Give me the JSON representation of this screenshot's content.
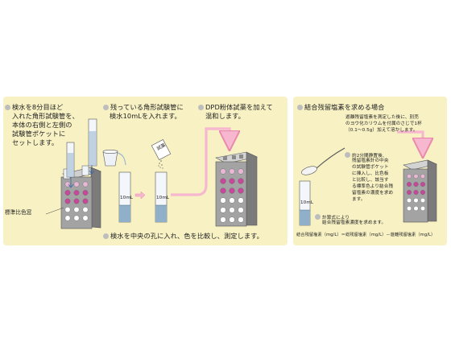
{
  "steps": {
    "step1": {
      "lines": [
        "検水を8分目ほど",
        "入れた角形試験管を、",
        "本体の右側と左側の",
        "試験管ポケットに",
        "セットします。"
      ]
    },
    "step2": {
      "lines": [
        "残っている角形試験管に",
        "検水10mLを入れます。"
      ]
    },
    "step3": {
      "lines": [
        "DPD粉体試薬を加えて",
        "混和します。"
      ]
    },
    "step4": {
      "text": "検水を中央の孔に入れ、色を比較し、測定します。"
    }
  },
  "labels": {
    "color_window": "標準比色窓",
    "tube_mark_1": "10mL",
    "tube_mark_2": "10mL",
    "tube_mark_3": "10mL",
    "reagent_packet": "試薬"
  },
  "combined": {
    "title": "結合残留塩素を求める場合",
    "note1": [
      "遊離残留塩素を測定した後に、別売",
      "のヨウ化カリウムを付属のさじで1杯",
      "（0.1〜0.5g）加えて溶かします。"
    ],
    "note2": [
      "約2分間静置後、",
      "残留塩素計の中央",
      "の試験管ポケット",
      "に挿入し、比色板",
      "と比較し、該当す",
      "る標準色より結合残",
      "留塩素の濃度を求め",
      "ます。"
    ],
    "note3": [
      "計算式により",
      "結合残留塩素濃度を求めます。"
    ],
    "formula": "結合残留塩素（mg/L）＝総残留塩素（mg/L）－遊離残留塩素（mg/L）"
  },
  "colors": {
    "panel_bg": "#f7f1c4",
    "device_body": "#9a9a9a",
    "color_dot": "#c7489a",
    "arrow_pink": "#f6b7cf",
    "water": "#8fb0c8"
  }
}
